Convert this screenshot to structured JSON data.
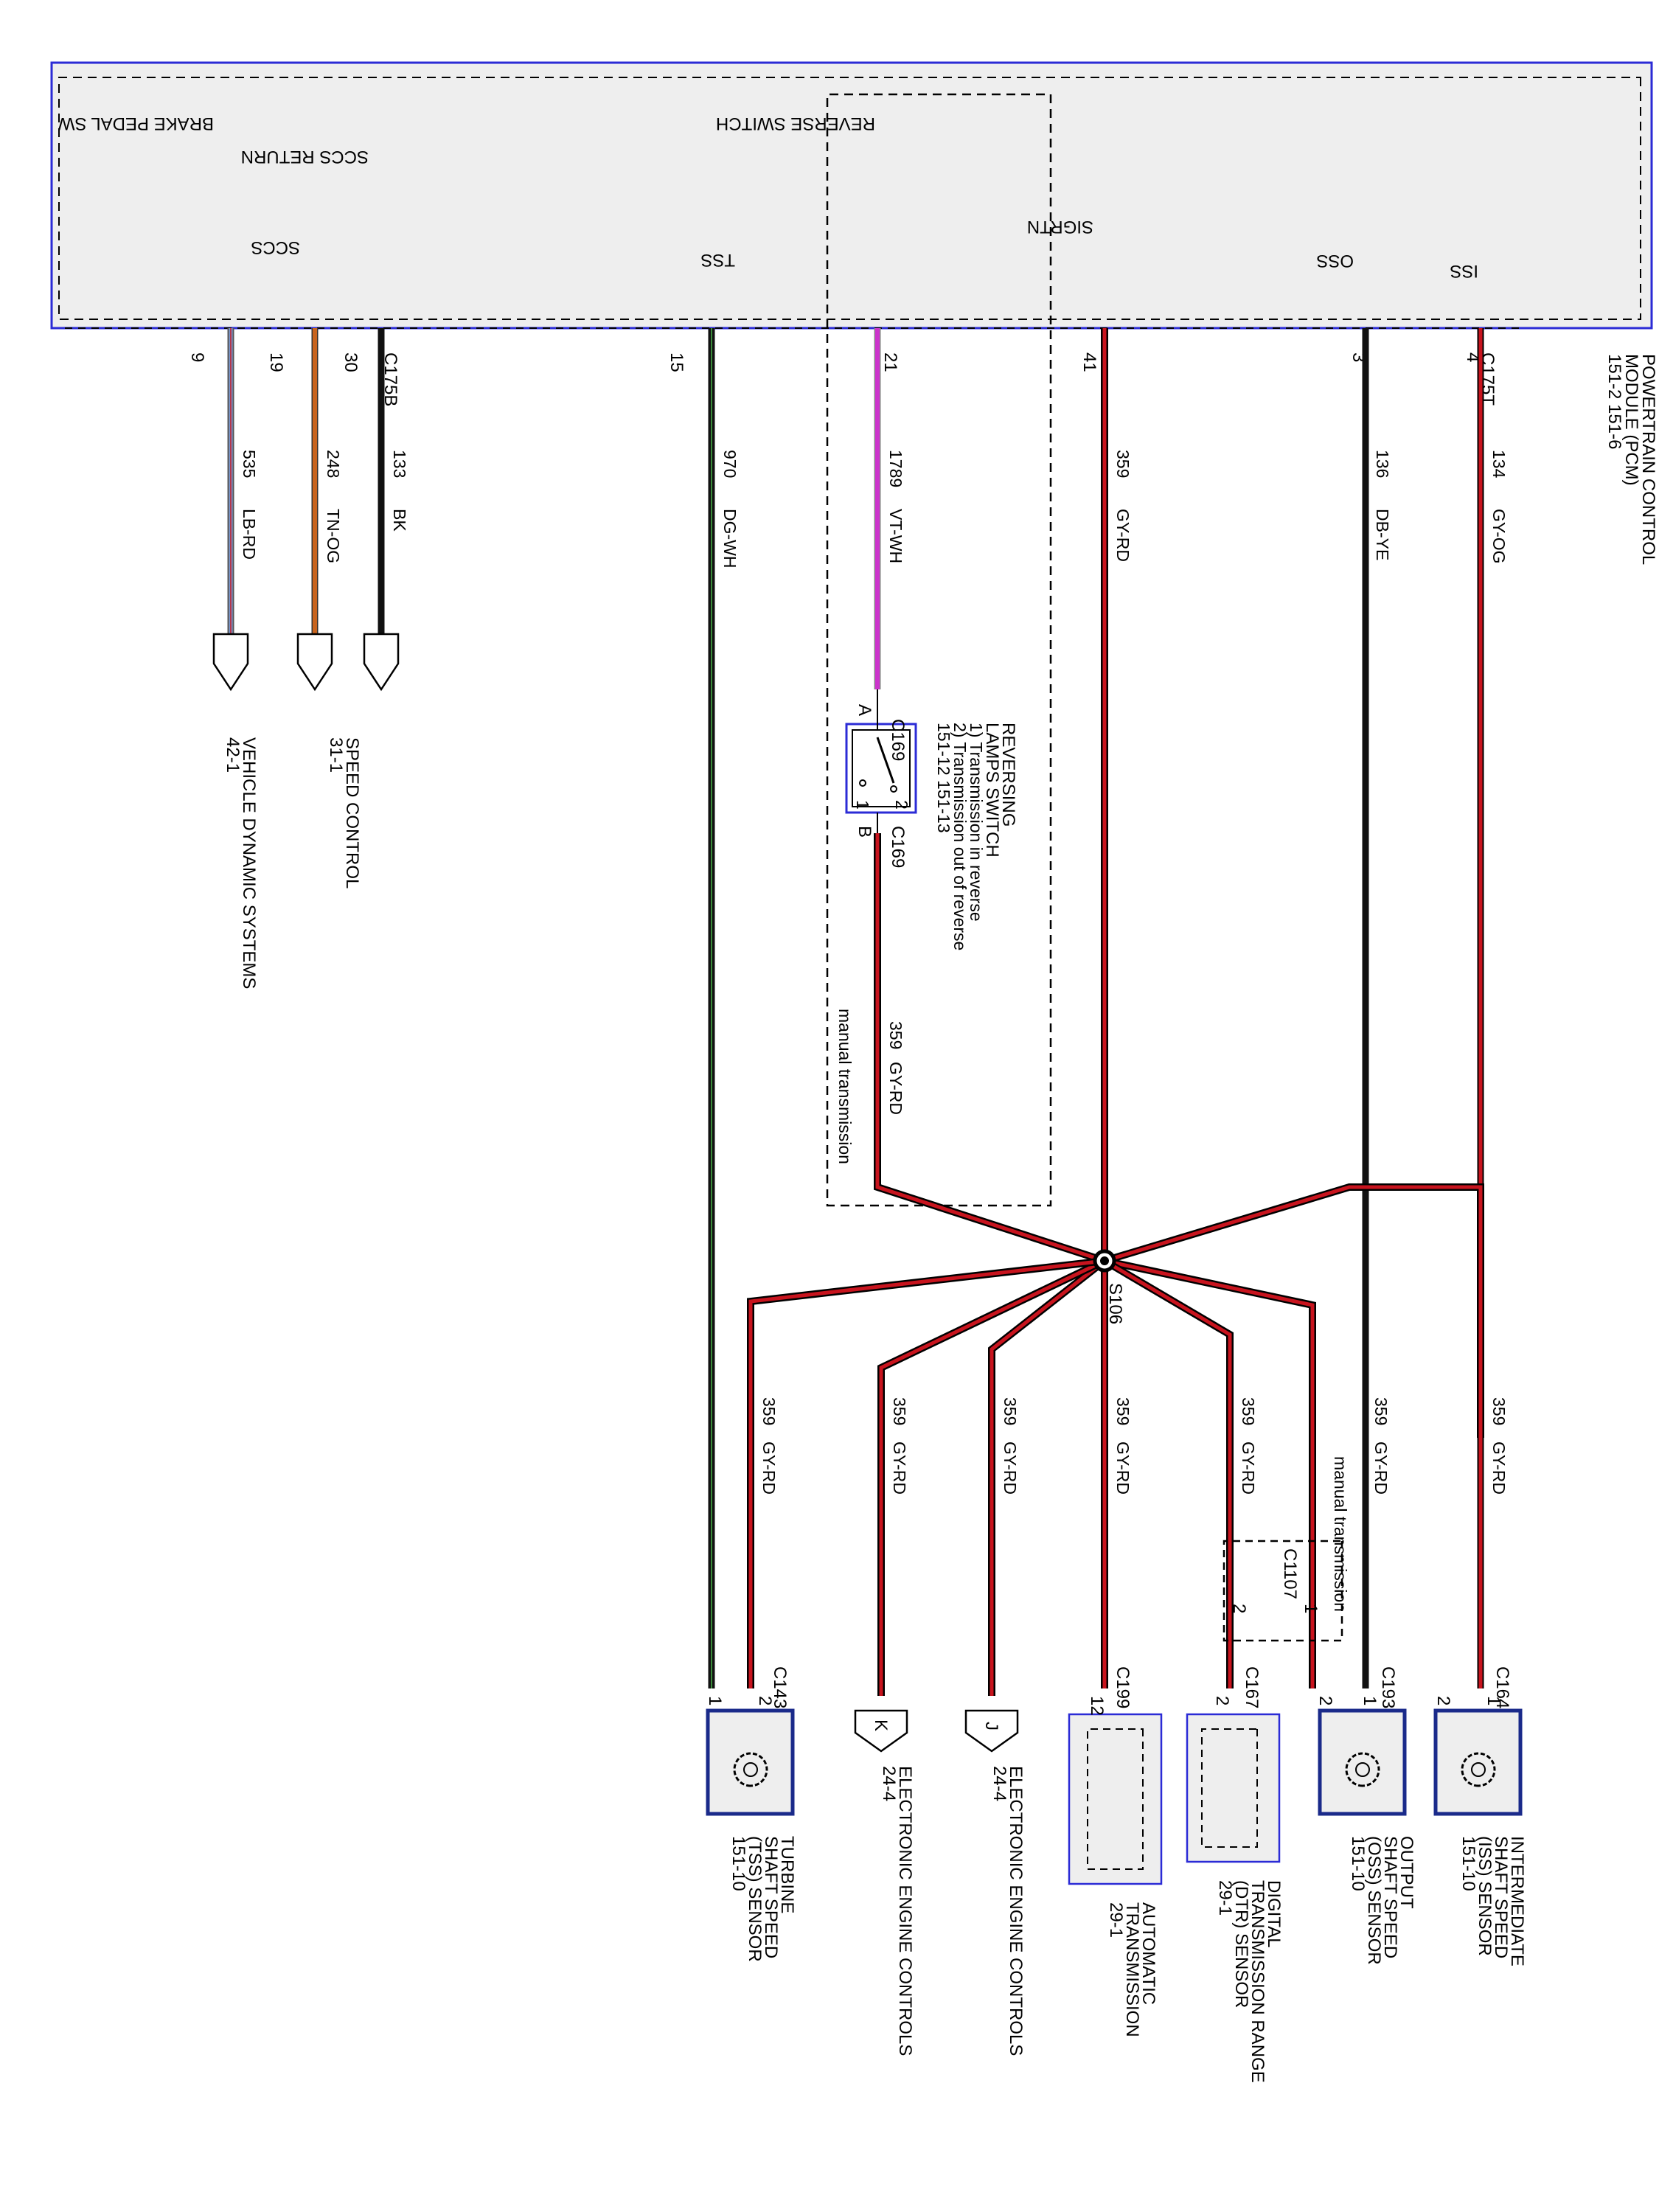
{
  "module": {
    "title_lines": [
      "POWERTRAIN CONTROL",
      "MODULE (PCM)",
      "151-2    151-6"
    ],
    "connector_top": "C175T",
    "connector_bottom": "C175B"
  },
  "pcm_pins": [
    {
      "label": "ISS",
      "pin": "4",
      "circuit": "134",
      "color_code": "GY-OG"
    },
    {
      "label": "OSS",
      "pin": "3",
      "circuit": "136",
      "color_code": "DB-YE"
    },
    {
      "label": "SIGRTN",
      "pin": "41",
      "circuit": "359",
      "color_code": "GY-RD"
    },
    {
      "label": "REVERSE SWITCH",
      "pin": "21",
      "circuit": "1789",
      "color_code": "VT-WH"
    },
    {
      "label": "TSS",
      "pin": "15",
      "circuit": "970",
      "color_code": "DG-WH"
    },
    {
      "label": "SCCS RETURN",
      "pin": "30",
      "circuit": "133",
      "color_code": "BK"
    },
    {
      "label": "SCCS",
      "pin": "19",
      "circuit": "248",
      "color_code": "TN-OG"
    },
    {
      "label": "BRAKE PEDAL SW",
      "pin": "9",
      "circuit": "535",
      "color_code": "LB-RD"
    }
  ],
  "splice": {
    "label": "S106"
  },
  "sigrtn_branches": [
    {
      "circuit": "359",
      "color_code": "GY-RD"
    },
    {
      "circuit": "359",
      "color_code": "GY-RD"
    },
    {
      "circuit": "359",
      "color_code": "GY-RD"
    },
    {
      "circuit": "359",
      "color_code": "GY-RD"
    },
    {
      "circuit": "359",
      "color_code": "GY-RD"
    },
    {
      "circuit": "359",
      "color_code": "GY-RD"
    },
    {
      "circuit": "359",
      "color_code": "GY-RD"
    }
  ],
  "reversing_switch": {
    "title_lines": [
      "REVERSING",
      "LAMPS SWITCH",
      "1) Transmission in reverse",
      "2) Transmission out of reverse",
      "151-12         151-13"
    ],
    "connector": "C169",
    "pin_a": "A",
    "pin_b": "B",
    "pos1": "1",
    "pos2": "2",
    "note": "manual transmission"
  },
  "c1107": {
    "label": "C1107",
    "note": "manual transmission",
    "pin1": "1",
    "pin2": "2"
  },
  "components": [
    {
      "id": "iss",
      "connector": "C164",
      "pins": [
        "1",
        "2"
      ],
      "lines": [
        "INTERMEDIATE",
        "SHAFT SPEED",
        "(ISS) SENSOR",
        "151-10"
      ]
    },
    {
      "id": "oss",
      "connector": "C193",
      "pins": [
        "1",
        "2"
      ],
      "lines": [
        "OUTPUT",
        "SHAFT SPEED",
        "(OSS) SENSOR",
        "151-10"
      ]
    },
    {
      "id": "dtr",
      "connector": "C167",
      "pins": [
        "2"
      ],
      "lines": [
        "DIGITAL",
        "TRANSMISSION RANGE",
        "(DTR) SENSOR",
        "29-1"
      ]
    },
    {
      "id": "at",
      "connector": "C199",
      "pins": [
        "12"
      ],
      "lines": [
        "AUTOMATIC",
        "TRANSMISSION",
        "29-1"
      ]
    },
    {
      "id": "eec_j",
      "connector": "J",
      "lines": [
        "ELECTRONIC ENGINE CONTROLS",
        "24-4"
      ]
    },
    {
      "id": "eec_k",
      "connector": "K",
      "lines": [
        "ELECTRONIC ENGINE CONTROLS",
        "24-4"
      ]
    },
    {
      "id": "tss",
      "connector": "C143",
      "pins": [
        "1",
        "2"
      ],
      "lines": [
        "TURBINE",
        "SHAFT SPEED",
        "(TSS) SENSOR",
        "151-10"
      ]
    }
  ],
  "offpage": [
    {
      "lines": [
        "SPEED CONTROL",
        "31-1"
      ]
    },
    {
      "lines": [
        "VEHICLE DYNAMIC SYSTEMS",
        "42-1"
      ]
    }
  ],
  "colors": {
    "module_border": "#2b2bd6",
    "module_fill": "#eeeeee",
    "wire_gy_rd": "#c8141e",
    "wire_dark": "#111111",
    "wire_vt_wh": "#cc33cc",
    "wire_tn_og": "#c8641e",
    "wire_lb_rd": "#7a9ad2"
  },
  "icons": {
    "sensor": "gear-sensor-icon",
    "switch": "switch-icon",
    "splice": "splice-dot-icon",
    "offpage": "offpage-arrow-icon"
  }
}
